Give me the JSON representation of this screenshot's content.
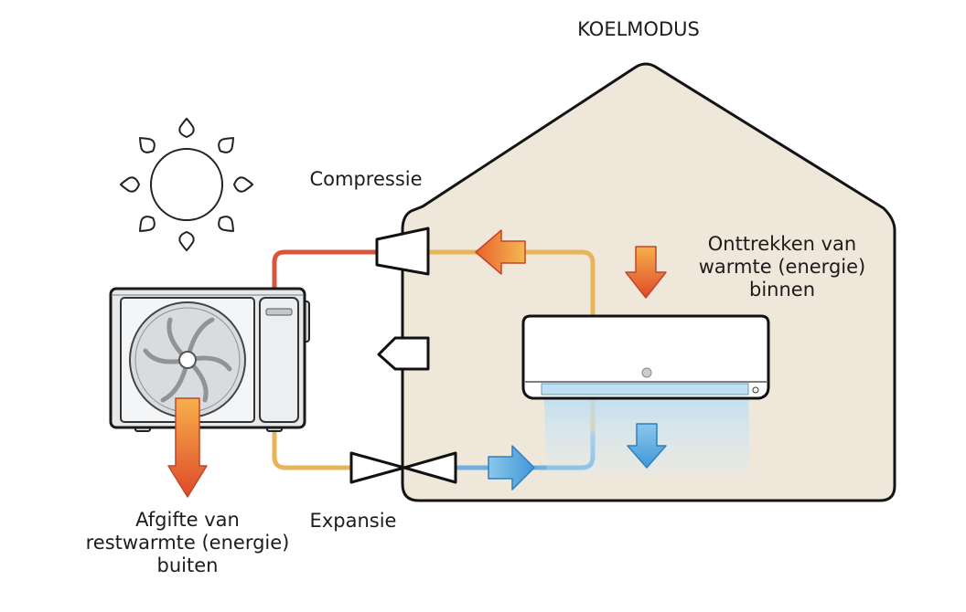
{
  "title": "KOELMODUS",
  "labels": {
    "compressie": "Compressie",
    "expansie": "Expansie",
    "onttrekken": [
      "Onttrekken van",
      "warmte (energie)",
      "binnen"
    ],
    "afgifte": [
      "Afgifte van",
      "restwarmte (energie)",
      "buiten"
    ]
  },
  "icons": [
    "sun-icon",
    "outdoor-unit",
    "indoor-unit",
    "compressor-icon",
    "expansion-valve-icon",
    "four-way-valve-icon"
  ],
  "colors": {
    "house_fill": "#efe7da",
    "hot_pipe": "#d9553a",
    "warm_pipe": "#e8b45a",
    "cold_pipe": "#6fb0e0",
    "hot_arrow": "#e8622e",
    "cold_arrow": "#55a6de",
    "cold_air": "#cfe8f6"
  }
}
